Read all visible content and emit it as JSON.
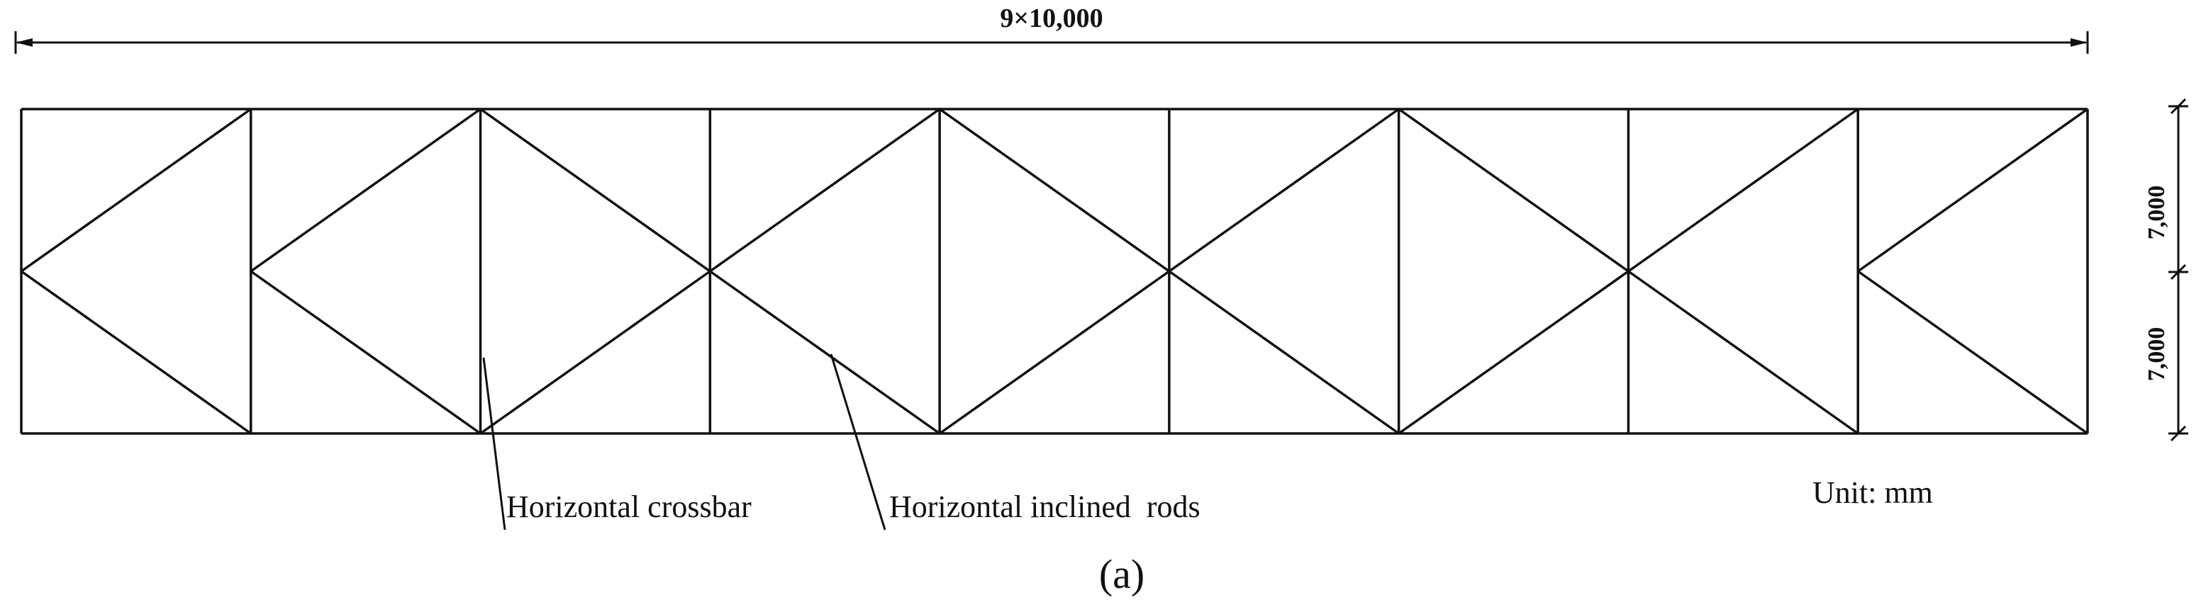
{
  "dimensions": {
    "overall_width": "9×10,000",
    "upper_height": "7,000",
    "lower_height": "7,000"
  },
  "labels": {
    "crossbar": "Horizontal crossbar",
    "inclined_rods": "Horizontal inclined  rods",
    "unit": "Unit: mm",
    "caption": "(a)"
  },
  "truss": {
    "bays": 9,
    "diamond_pattern": [
      1,
      1,
      0,
      1,
      0,
      1,
      0,
      1,
      1
    ],
    "colors": {
      "line": "#111111",
      "background": "#ffffff"
    }
  }
}
